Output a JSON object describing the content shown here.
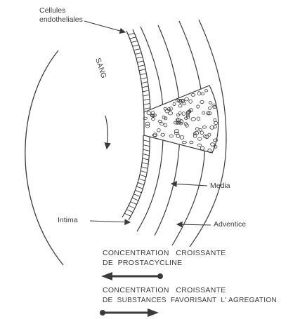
{
  "labels": {
    "cells_line1": "Cellules",
    "cells_line2": "endotheliales",
    "blood": "SANG",
    "media": "Media",
    "intima": "Intima",
    "adventice": "Adventice"
  },
  "legend": {
    "prostacyclin_line1": "CONCENTRATION   CROISSANTE",
    "prostacyclin_line2": "DE  PROSTACYCLINE",
    "aggregation_line1": "CONCENTRATION   CROISSANTE",
    "aggregation_line2": "DE  SUBSTANCES  FAVORISANT  L' AGREGATION"
  },
  "colors": {
    "ink": "#3a3a3a"
  }
}
